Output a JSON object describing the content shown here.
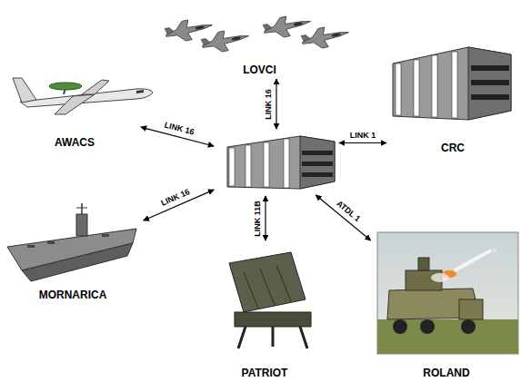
{
  "diagram": {
    "nodes": [
      {
        "text": []
      },
      {
        "text": [
          "LOVCI"
        ]
      },
      {
        "text": [
          "AWACS"
        ]
      },
      {
        "text": [
          "CRC"
        ]
      },
      {
        "text": [
          "MORNARICA"
        ]
      },
      {
        "text": [
          "PATRIOT"
        ]
      },
      {
        "text": [
          "ROLAND"
        ]
      }
    ],
    "edges": [
      {
        "from": 0,
        "to": 1,
        "arrow": "both",
        "label": "LINK 16"
      },
      {
        "from": 2,
        "to": 0,
        "arrow": "both",
        "label": "LINK 16"
      },
      {
        "from": 0,
        "to": 3,
        "arrow": "both",
        "label": "LINK 1"
      },
      {
        "from": 4,
        "to": 0,
        "arrow": "both",
        "label": "LINK 16"
      },
      {
        "from": 0,
        "to": 5,
        "arrow": "both",
        "label": "LINK 11B"
      },
      {
        "from": 6,
        "to": 0,
        "arrow": "both",
        "label": "ATDL 1"
      }
    ]
  }
}
